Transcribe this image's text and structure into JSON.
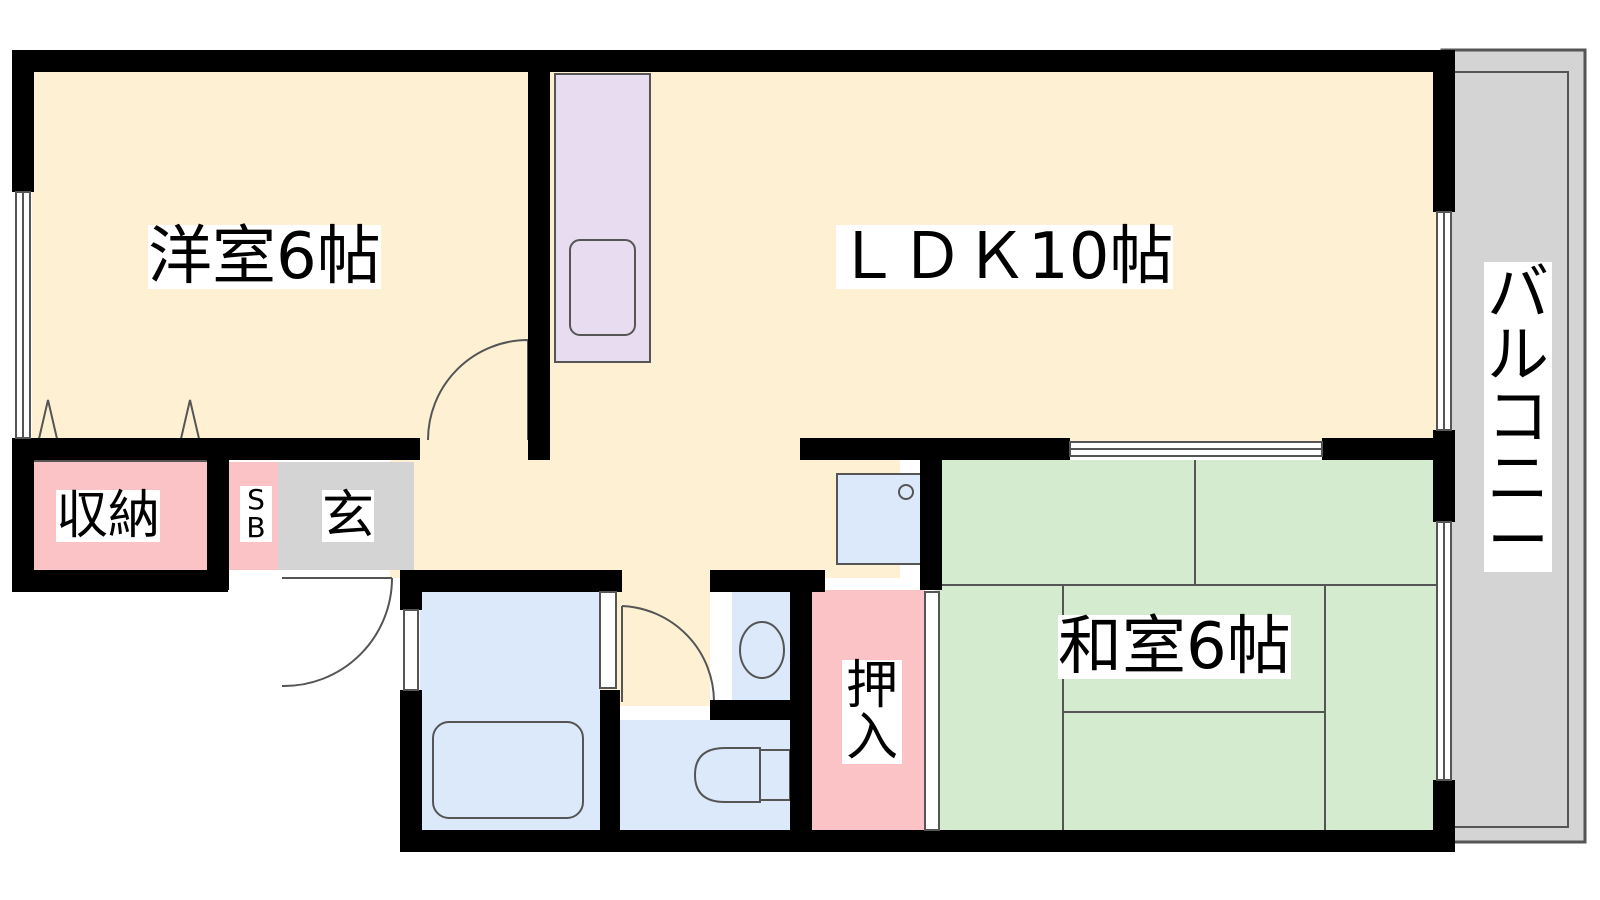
{
  "rooms": {
    "western_room": {
      "label": "洋室6帖",
      "fill": "#fdf0d3"
    },
    "ldk": {
      "label": "ＬＤＫ10帖",
      "fill": "#fdf0d3"
    },
    "japanese_room": {
      "label": "和室6帖",
      "fill": "#d5ebcf"
    },
    "storage": {
      "label": "収納",
      "fill": "#fbc3c6"
    },
    "shoe_box": {
      "label_top": "S",
      "label_bottom": "B",
      "fill": "#fbc3c6"
    },
    "entrance": {
      "label": "玄",
      "fill": "#d4d4d4"
    },
    "oshiire": {
      "label_top": "押",
      "label_bottom": "入",
      "fill": "#fbc3c6"
    },
    "balcony": {
      "chars": [
        "バ",
        "ル",
        "コ",
        "ニ",
        "ー"
      ],
      "fill": "#d4d4d4"
    }
  },
  "fixtures": {
    "kitchen_counter_fill": "#e8dcf1",
    "wet_area_fill": "#dbe9fa"
  },
  "colors": {
    "wall": "#000000",
    "floor": "#fdf0d3"
  }
}
